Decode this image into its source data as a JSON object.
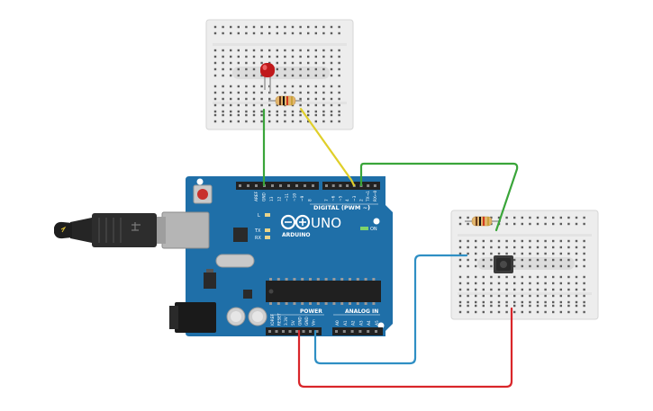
{
  "board": {
    "logo_text": "UNO",
    "brand_text": "ARDUINO",
    "digital_label": "DIGITAL (PWM ~)",
    "power_label": "POWER",
    "analog_label": "ANALOG IN",
    "on_label": "ON",
    "l_label": "L",
    "tx_label": "TX",
    "rx_label": "RX",
    "header_top_left": [
      "AREF",
      "GND",
      "13",
      "12",
      "~11",
      "~10",
      "~9",
      "8"
    ],
    "header_top_right": [
      "7",
      "~6",
      "~5",
      "4",
      "~3",
      "2",
      "TX→1",
      "RX←0"
    ],
    "header_power": [
      "IOREF",
      "RESET",
      "3.3V",
      "5V",
      "GND",
      "GND",
      "Vin"
    ],
    "header_analog": [
      "A0",
      "A1",
      "A2",
      "A3",
      "A4",
      "A5"
    ]
  },
  "components": {
    "led_color": "#c0191b",
    "button_color": "#3a3a3a",
    "board_color": "#1f6fa8"
  },
  "wires": {
    "green": "#3aa53a",
    "yellow": "#e0cf2a",
    "blue": "#2f8fc4",
    "red": "#d9262a"
  }
}
